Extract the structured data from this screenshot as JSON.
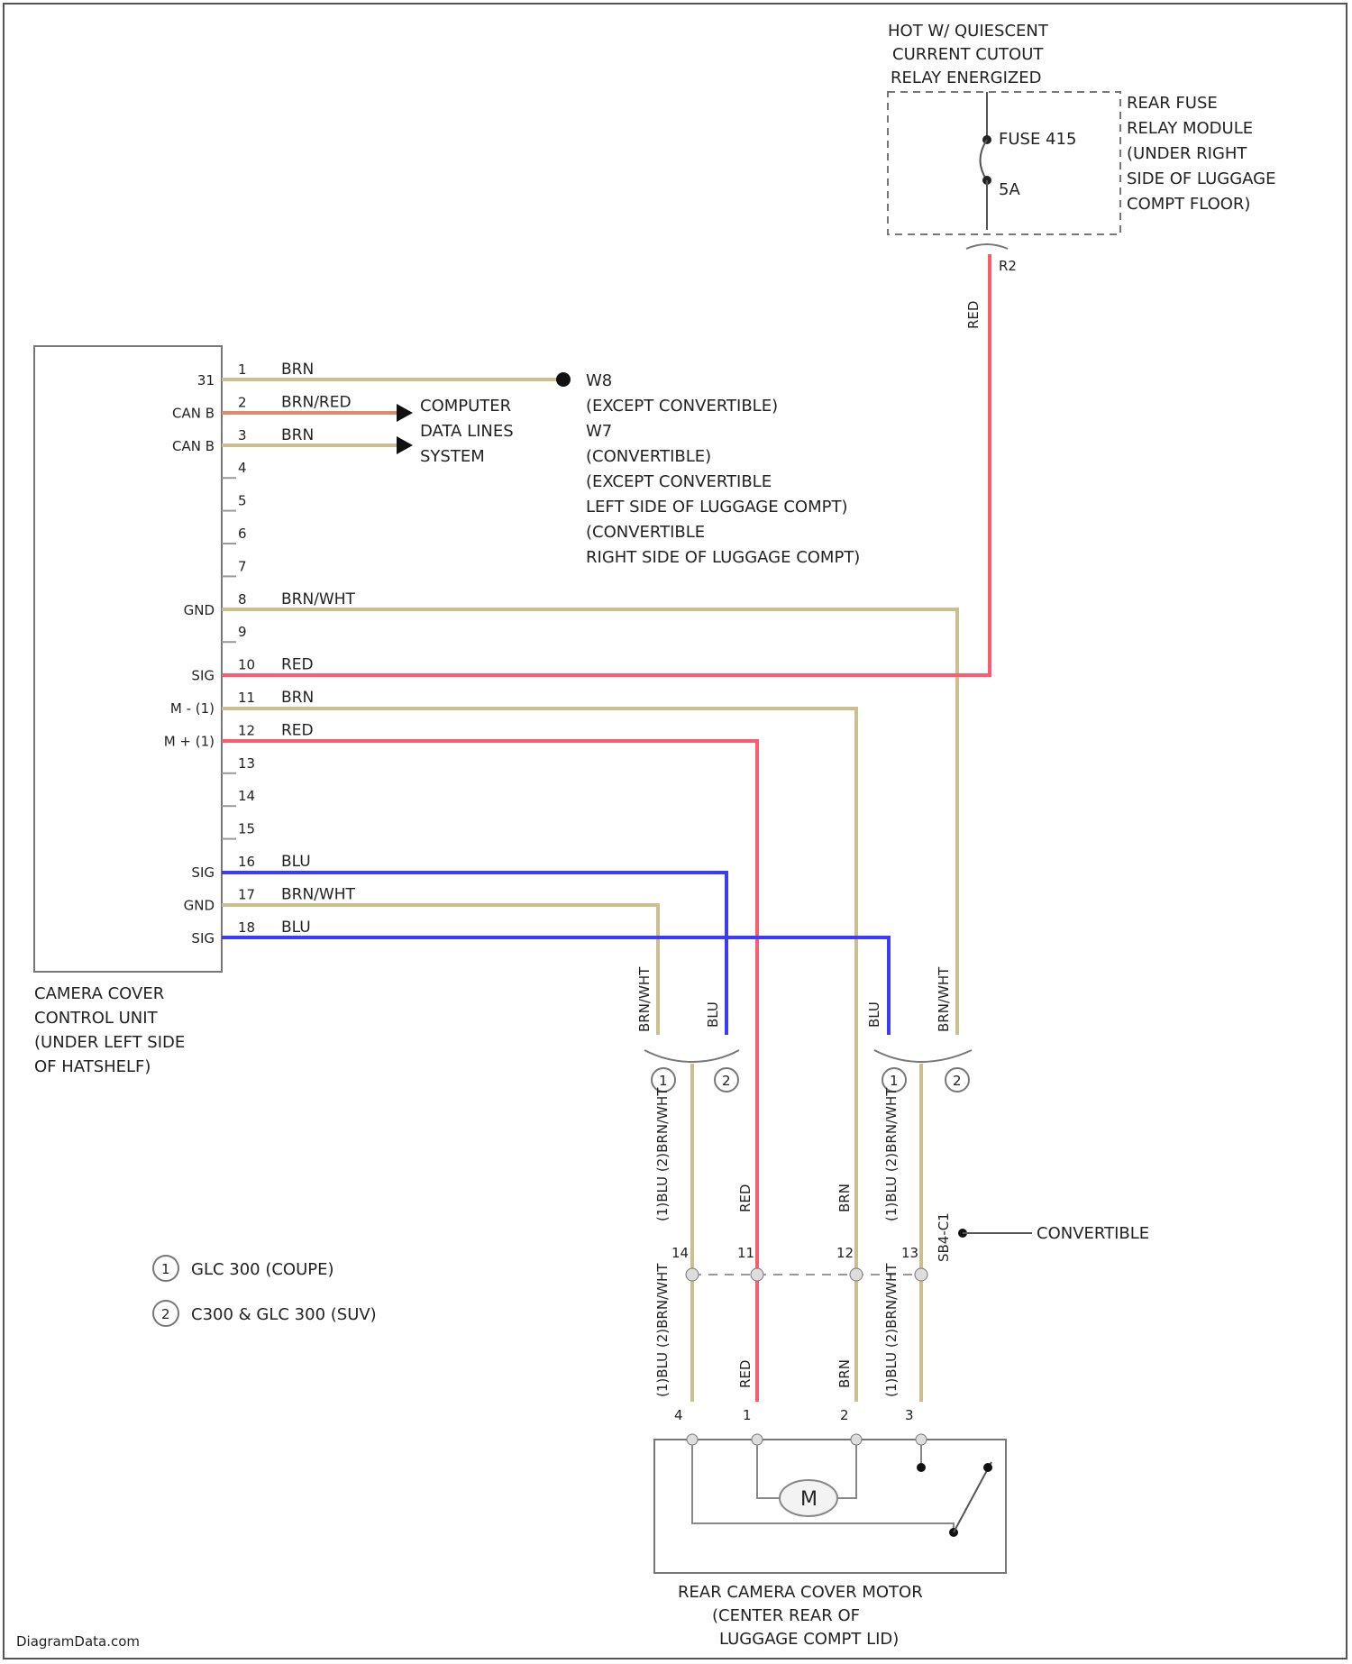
{
  "colors": {
    "brn": "#cbbf91",
    "red": "#ff5a6e",
    "blu": "#3b3bff",
    "brnred": "#e08a6a",
    "frame": "#777777"
  },
  "relay": {
    "hot_caption": [
      "HOT W/ QUIESCENT",
      "CURRENT CUTOUT",
      "RELAY ENERGIZED"
    ],
    "module_label": [
      "REAR FUSE",
      "RELAY MODULE",
      "(UNDER RIGHT",
      "SIDE OF LUGGAGE",
      "COMPT FLOOR)"
    ],
    "fuse_name": "FUSE 415",
    "fuse_rating": "5A",
    "connector_label": "R2",
    "wire_label": "RED"
  },
  "control_unit": {
    "label": [
      "CAMERA COVER",
      "CONTROL UNIT",
      "(UNDER LEFT SIDE",
      "OF HATSHELF)"
    ],
    "pins": [
      {
        "num": "1",
        "sig": "31",
        "wire": "BRN"
      },
      {
        "num": "2",
        "sig": "CAN B",
        "wire": "BRN/RED"
      },
      {
        "num": "3",
        "sig": "CAN B",
        "wire": "BRN"
      },
      {
        "num": "4",
        "sig": "",
        "wire": ""
      },
      {
        "num": "5",
        "sig": "",
        "wire": ""
      },
      {
        "num": "6",
        "sig": "",
        "wire": ""
      },
      {
        "num": "7",
        "sig": "",
        "wire": ""
      },
      {
        "num": "8",
        "sig": "GND",
        "wire": "BRN/WHT"
      },
      {
        "num": "9",
        "sig": "",
        "wire": ""
      },
      {
        "num": "10",
        "sig": "SIG",
        "wire": "RED"
      },
      {
        "num": "11",
        "sig": "M - (1)",
        "wire": "BRN"
      },
      {
        "num": "12",
        "sig": "M + (1)",
        "wire": "RED"
      },
      {
        "num": "13",
        "sig": "",
        "wire": ""
      },
      {
        "num": "14",
        "sig": "",
        "wire": ""
      },
      {
        "num": "15",
        "sig": "",
        "wire": ""
      },
      {
        "num": "16",
        "sig": "SIG",
        "wire": "BLU"
      },
      {
        "num": "17",
        "sig": "GND",
        "wire": "BRN/WHT"
      },
      {
        "num": "18",
        "sig": "SIG",
        "wire": "BLU"
      }
    ]
  },
  "ground_ref": {
    "id": "W8",
    "lines": [
      "(EXCEPT CONVERTIBLE)",
      "W7",
      "(CONVERTIBLE)",
      "(EXCEPT CONVERTIBLE",
      "LEFT SIDE OF LUGGAGE COMPT)",
      "(CONVERTIBLE",
      "RIGHT SIDE OF LUGGAGE COMPT)"
    ]
  },
  "can_ref": [
    "COMPUTER",
    "DATA LINES",
    "SYSTEM"
  ],
  "branch_labels": [
    "BRN/WHT",
    "BLU",
    "BLU",
    "BRN/WHT"
  ],
  "legend": [
    {
      "marker": "1",
      "text": "GLC 300 (COUPE)"
    },
    {
      "marker": "2",
      "text": "C300 & GLC 300 (SUV)"
    }
  ],
  "mid_labels": [
    "(1)BLU (2)BRN/WHT",
    "RED",
    "BRN",
    "(1)BLU (2)BRN/WHT",
    "SB4-C1"
  ],
  "mid_pins": [
    "14",
    "11",
    "12",
    "13"
  ],
  "lower_labels": [
    "(1)BLU (2)BRN/WHT",
    "RED",
    "BRN",
    "(1)BLU (2)BRN/WHT"
  ],
  "lower_pins": [
    "4",
    "1",
    "2",
    "3"
  ],
  "convertible_label": "CONVERTIBLE",
  "motor": {
    "symbol": "M",
    "label": [
      "REAR CAMERA COVER MOTOR",
      "(CENTER REAR OF",
      "LUGGAGE COMPT LID)"
    ]
  },
  "watermark": "DiagramData.com"
}
